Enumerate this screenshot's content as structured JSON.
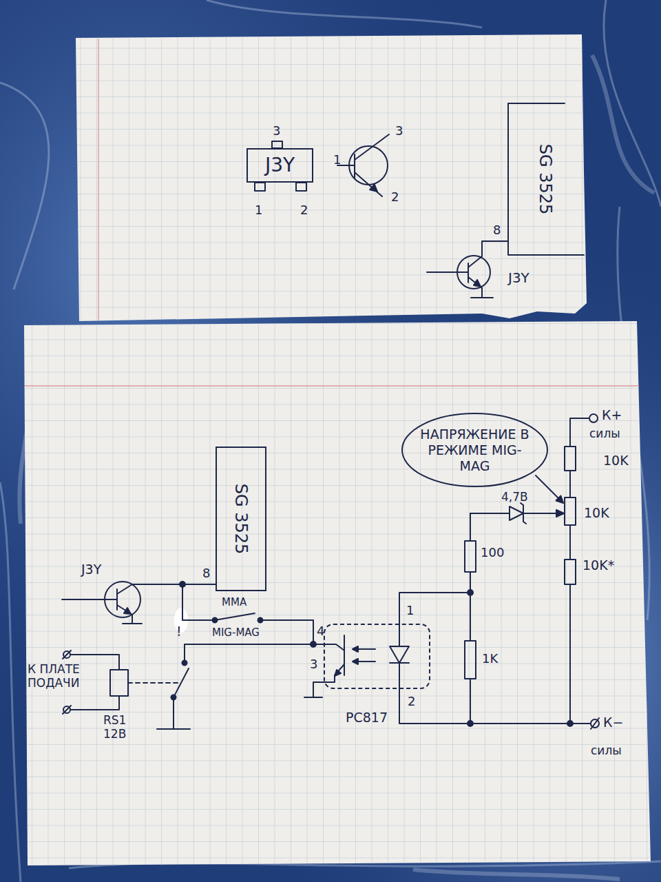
{
  "diagram": {
    "nodes": [
      {
        "text": [
          "J3Y"
        ]
      },
      {
        "text": [
          "SG 3525"
        ]
      },
      {
        "text": [
          "НАПРЯЖЕНИЕ В РЕЖИМЕ MIG-MAG"
        ]
      },
      {
        "text": [
          "SG 3525"
        ]
      },
      {
        "text": [
          "PC817"
        ]
      }
    ],
    "edges": [
      {
        "from": 3,
        "to": 4,
        "arrow": "none"
      }
    ],
    "labels": [
      "3",
      "1",
      "2",
      "1",
      "3",
      "2",
      "8",
      "J3Y",
      "J3Y",
      "8",
      "MMA",
      "MIG-MAG",
      "4",
      "!",
      "К ПЛАТЕ ПОДАЧИ",
      "RS1 12В",
      "3",
      "1",
      "2",
      "4,7В",
      "100",
      "1K",
      "10K",
      "10K",
      "10K*",
      "К+",
      "силы",
      "К−",
      "силы"
    ]
  }
}
